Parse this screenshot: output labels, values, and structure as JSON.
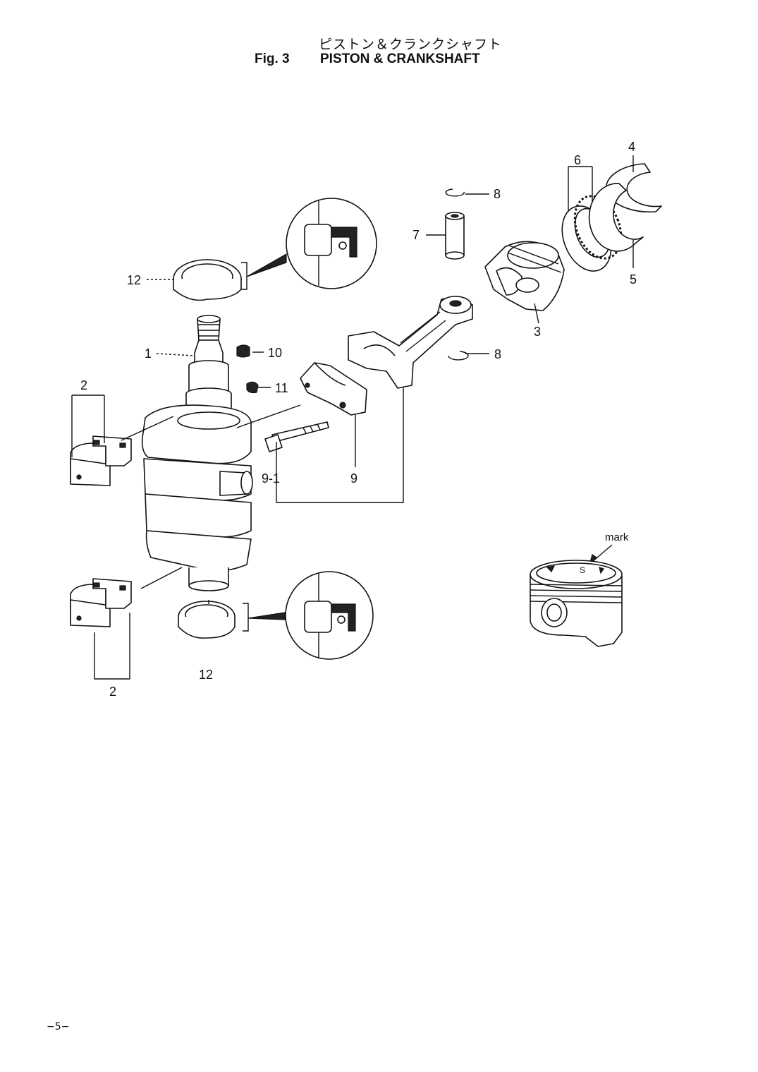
{
  "header": {
    "title_jp": "ピストン＆クランクシャフト",
    "fig_number": "Fig. 3",
    "fig_title": "PISTON & CRANKSHAFT"
  },
  "callouts": {
    "c1": "1",
    "c2a": "2",
    "c2b": "2",
    "c3": "3",
    "c4": "4",
    "c5": "5",
    "c6": "6",
    "c7": "7",
    "c8a": "8",
    "c8b": "8",
    "c9": "9",
    "c9_1": "9-1",
    "c10": "10",
    "c11": "11",
    "c12a": "12",
    "c12b": "12"
  },
  "detail": {
    "mark_label": "mark"
  },
  "footer": {
    "page_number": "−5−"
  }
}
